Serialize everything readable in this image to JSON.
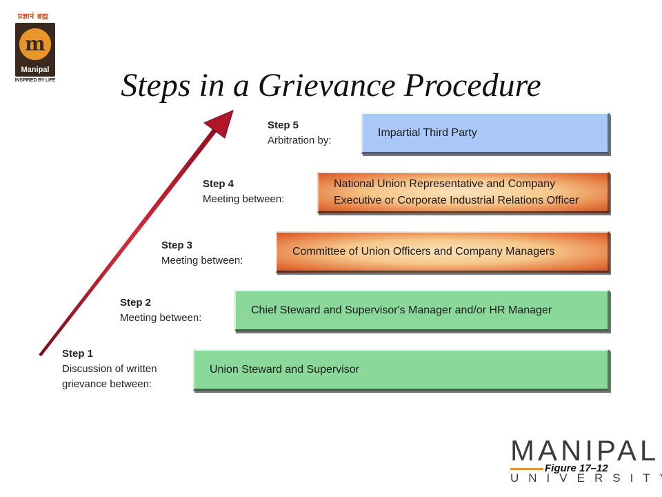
{
  "logo": {
    "hindi_text": "प्रज्ञानं ब्रह्म",
    "name": "Manipal",
    "tagline": "INSPIRED BY LIFE"
  },
  "title": "Steps in a Grievance Procedure",
  "steps": [
    {
      "label": "Step 1",
      "desc_line1": "Discussion of written",
      "desc_line2": "grievance between:",
      "box": "Union Steward and Supervisor",
      "color": "#8bd99a"
    },
    {
      "label": "Step 2",
      "desc": "Meeting between:",
      "box": "Chief Steward and Supervisor's Manager and/or HR Manager",
      "color": "#8bd99a"
    },
    {
      "label": "Step 3",
      "desc": "Meeting between:",
      "box": "Committee of Union Officers and Company Managers",
      "color": "#f6c78a"
    },
    {
      "label": "Step 4",
      "desc": "Meeting between:",
      "box_line1": "National Union Representative and Company",
      "box_line2": "Executive or Corporate Industrial Relations Officer",
      "color": "#f6c78a"
    },
    {
      "label": "Step 5",
      "desc": "Arbitration by:",
      "box": "Impartial Third Party",
      "color": "#a9c8f7"
    }
  ],
  "arrow_color": "#b0162a",
  "footer": {
    "brand_top": "MANIPAL",
    "brand_bottom": "UNIVERSITY",
    "figure": "Figure 17–12"
  }
}
